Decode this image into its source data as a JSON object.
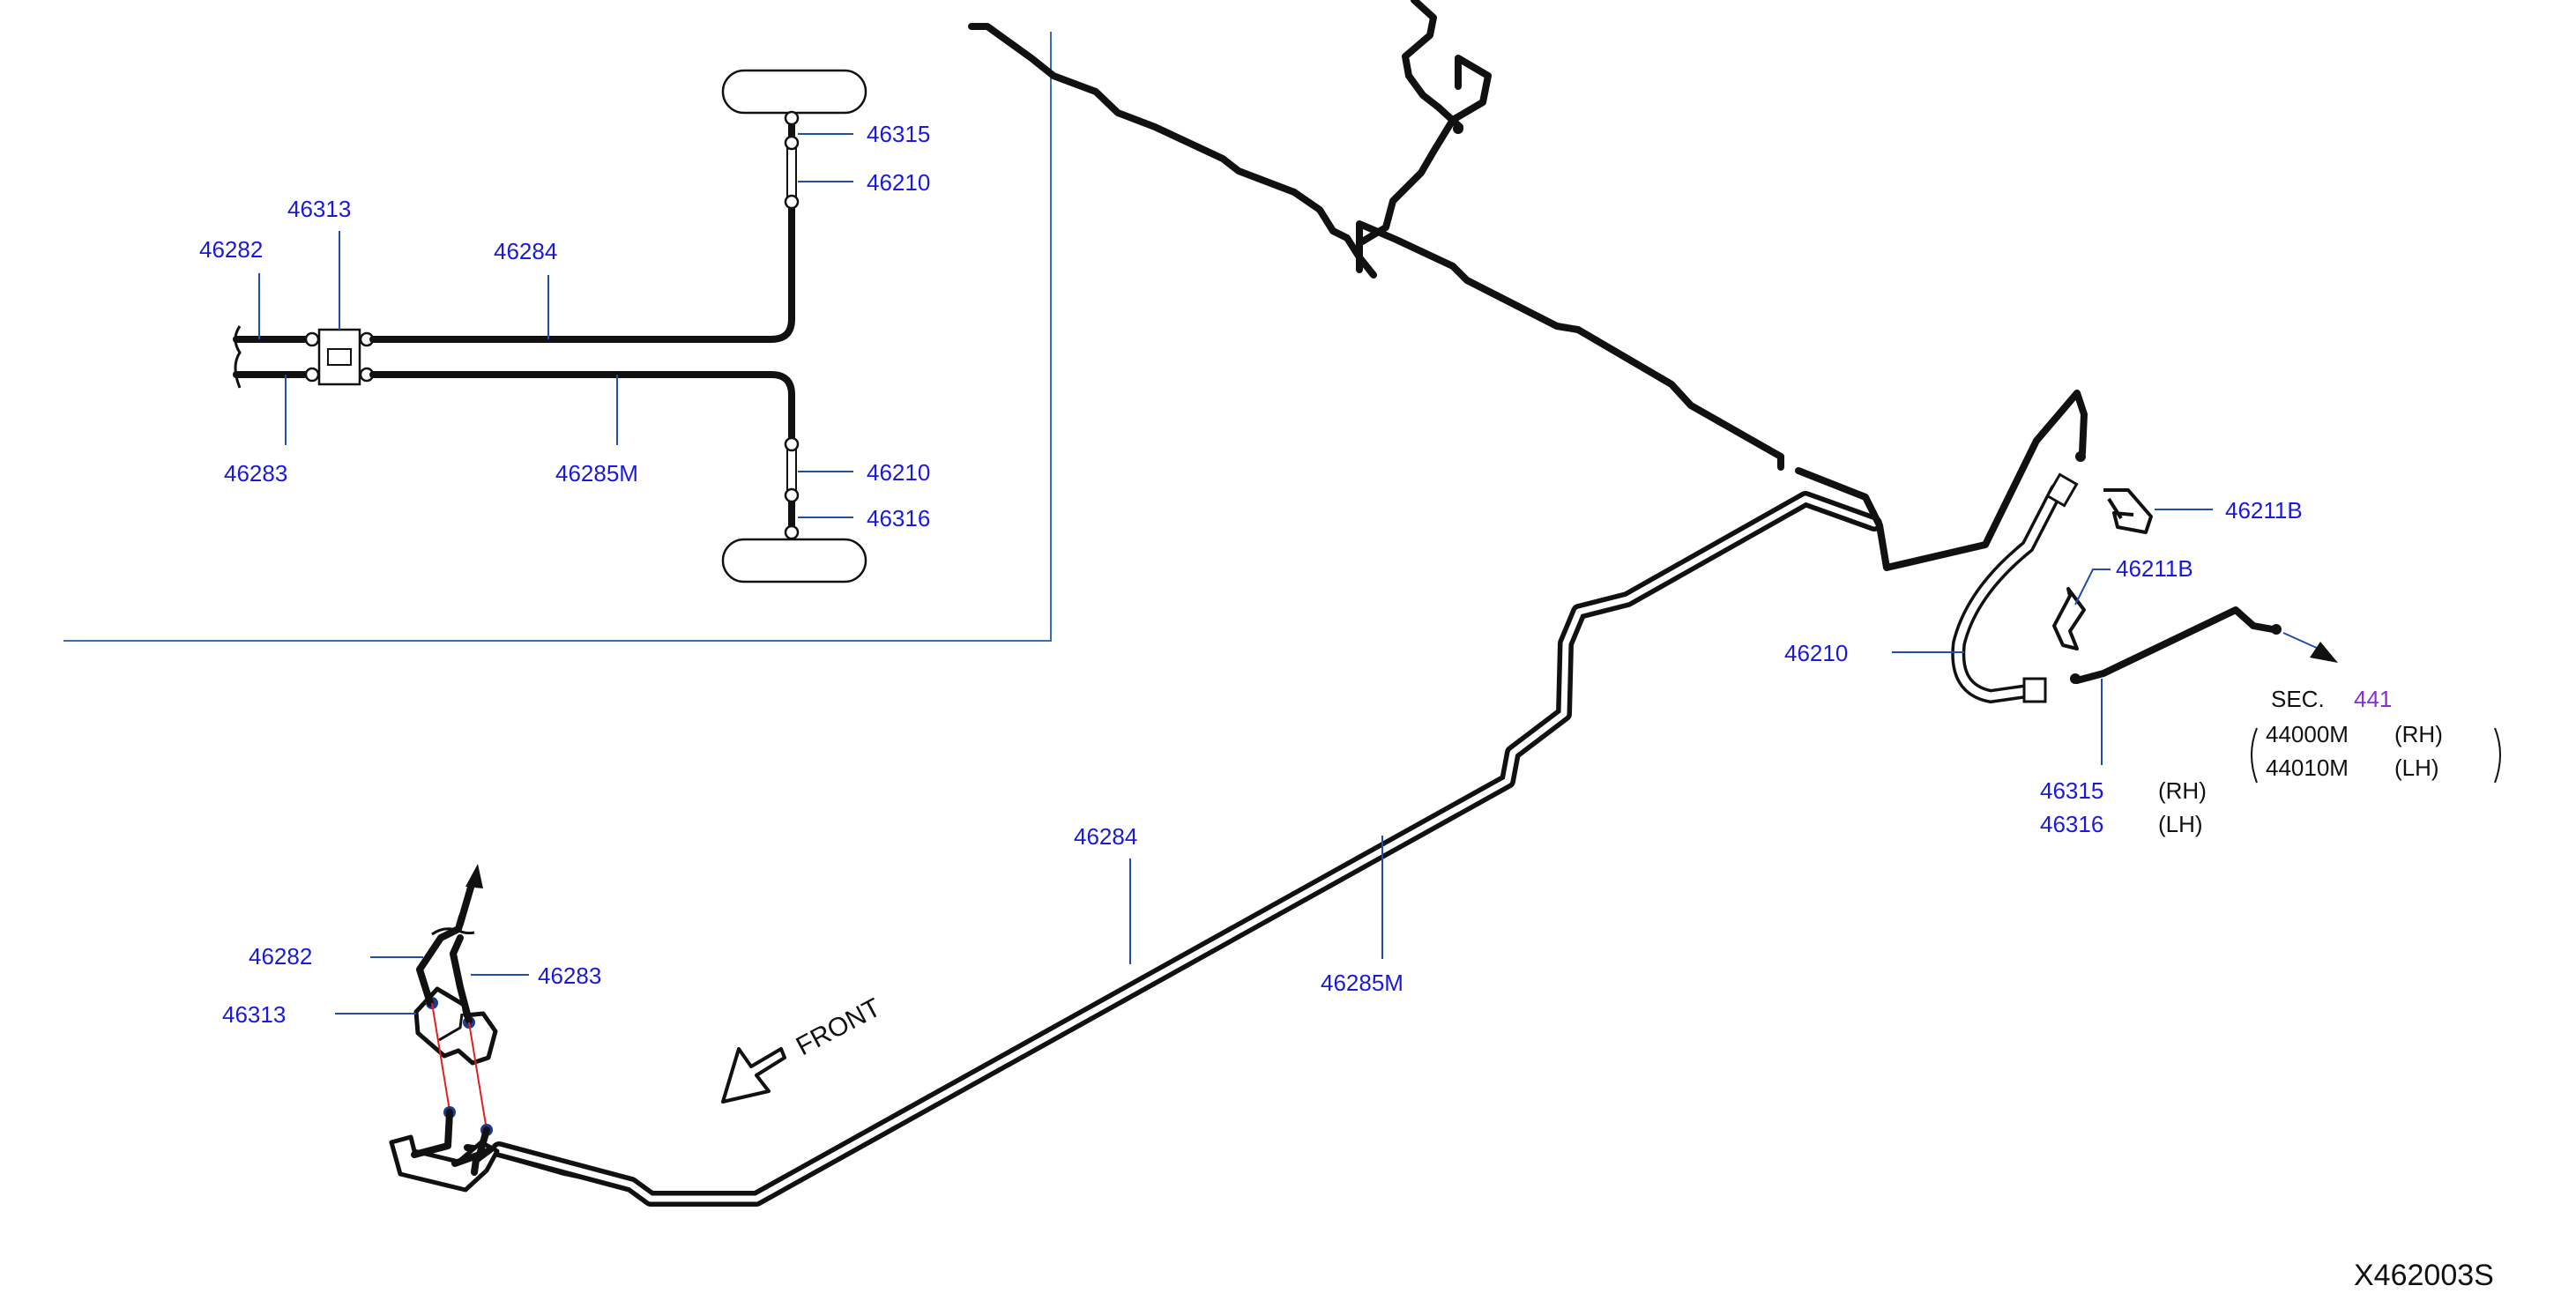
{
  "inset": {
    "labels": {
      "p46282": "46282",
      "p46313": "46313",
      "p46284": "46284",
      "p46283": "46283",
      "p46285m": "46285M",
      "p46315": "46315",
      "p46210_top": "46210",
      "p46210_bottom": "46210",
      "p46316": "46316"
    }
  },
  "main": {
    "labels": {
      "p46284": "46284",
      "p46285m": "46285M",
      "p46282": "46282",
      "p46283": "46283",
      "p46313": "46313",
      "front": "FRONT",
      "p46211b_a": "46211B",
      "p46211b_b": "46211B",
      "p46210": "46210",
      "p46315": "46315",
      "p46316": "46316",
      "rh": "(RH)",
      "lh": "(LH)",
      "sec_prefix": "SEC.",
      "sec_num": "441",
      "p44000m": "44000M",
      "p44010m": "44010M",
      "rh2": "(RH)",
      "lh2": "(LH)"
    }
  },
  "diagram_code": "X462003S",
  "colors": {
    "part_number": "#1a1adb",
    "section_ref": "#8a2be2",
    "leader": "#1f4fa8",
    "line": "#111111"
  }
}
